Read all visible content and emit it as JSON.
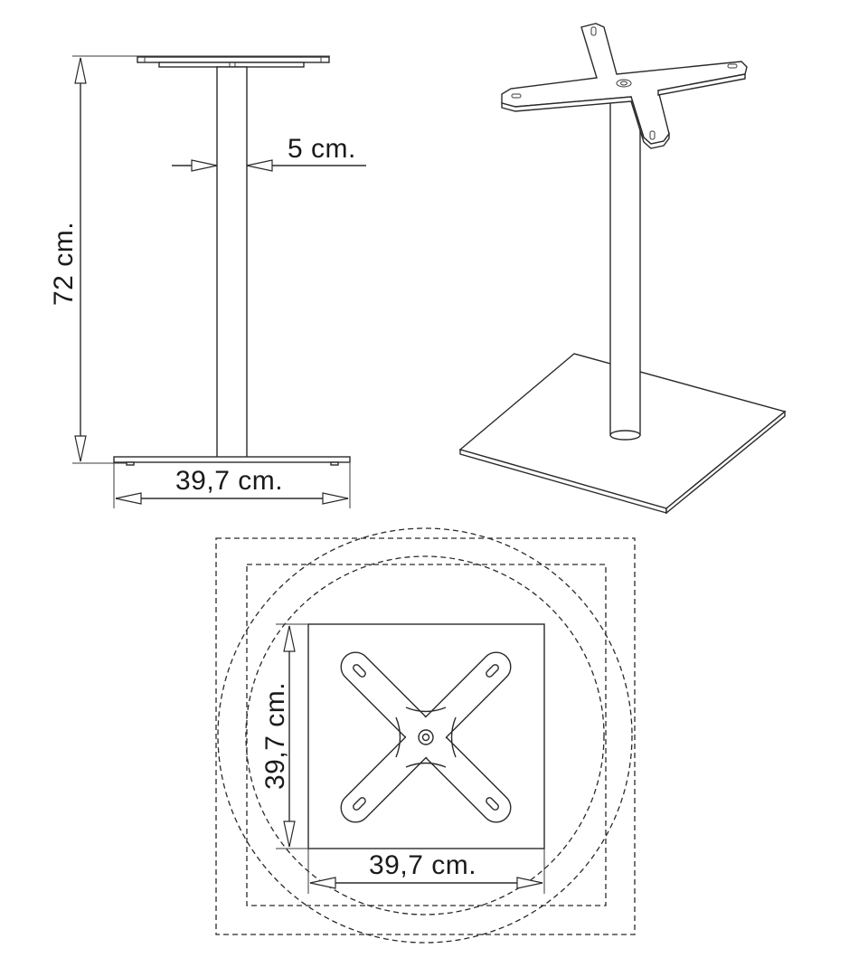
{
  "elevation": {
    "height_label": "72 cm.",
    "column_label": "5 cm.",
    "base_width_label": "39,7 cm."
  },
  "plan": {
    "base_depth_label": "39,7 cm.",
    "base_width_label": "39,7 cm."
  }
}
